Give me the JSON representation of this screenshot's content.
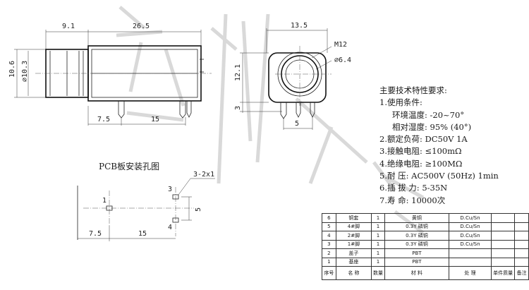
{
  "side_view": {
    "dims": {
      "top_left": "9.1",
      "top_right": "26.5",
      "height_outer": "10.6",
      "diameter": "⌀10.3",
      "bottom_left": "7.5",
      "bottom_right": "15"
    }
  },
  "front_view": {
    "dims": {
      "width": "13.5",
      "height": "12.1",
      "pin_offset": "3",
      "pin_pitch": "5"
    },
    "thread_label": "M12",
    "hole_label": "⌀6.4"
  },
  "pcb": {
    "title": "PCB板安装孔图",
    "hole_spec": "3-2x1",
    "hole_numbers": [
      "1",
      "3",
      "4"
    ],
    "dims": {
      "left": "7.5",
      "right": "15",
      "vertical": "5"
    }
  },
  "spec": {
    "title": "主要技术特性要求:",
    "items": [
      "1.使用条件:",
      "环境温度: -20~70°",
      "相对湿度: 95% (40°)",
      "2.额定负荷: DC50V 1A",
      "3.接触电阻: ≤100mΩ",
      "4.绝缘电阻: ≥100MΩ",
      "5.耐  压: AC500V (50Hz) 1min",
      "6.插 拔 力: 5-35N",
      "7.寿   命: 10000次"
    ]
  },
  "bom": {
    "rows": [
      [
        "6",
        "铜套",
        "1",
        "黄铜",
        "D.Cu/Sn",
        "",
        ""
      ],
      [
        "5",
        "4#脚",
        "1",
        "0.3Y 磷铜",
        "D.Cu/Sn",
        "",
        ""
      ],
      [
        "4",
        "2#脚",
        "1",
        "0.3Y 磷铜",
        "D.Cu/Sn",
        "",
        ""
      ],
      [
        "3",
        "1#脚",
        "1",
        "0.3Y 磷铜",
        "D.Cu/Sn",
        "",
        ""
      ],
      [
        "2",
        "盖子",
        "1",
        "PBT",
        "",
        "",
        ""
      ],
      [
        "1",
        "基座",
        "1",
        "PBT",
        "",
        "",
        ""
      ]
    ],
    "header": [
      "序号",
      "名  称",
      "数量",
      "材  料",
      "处  理",
      "单件质量",
      "备注"
    ]
  }
}
